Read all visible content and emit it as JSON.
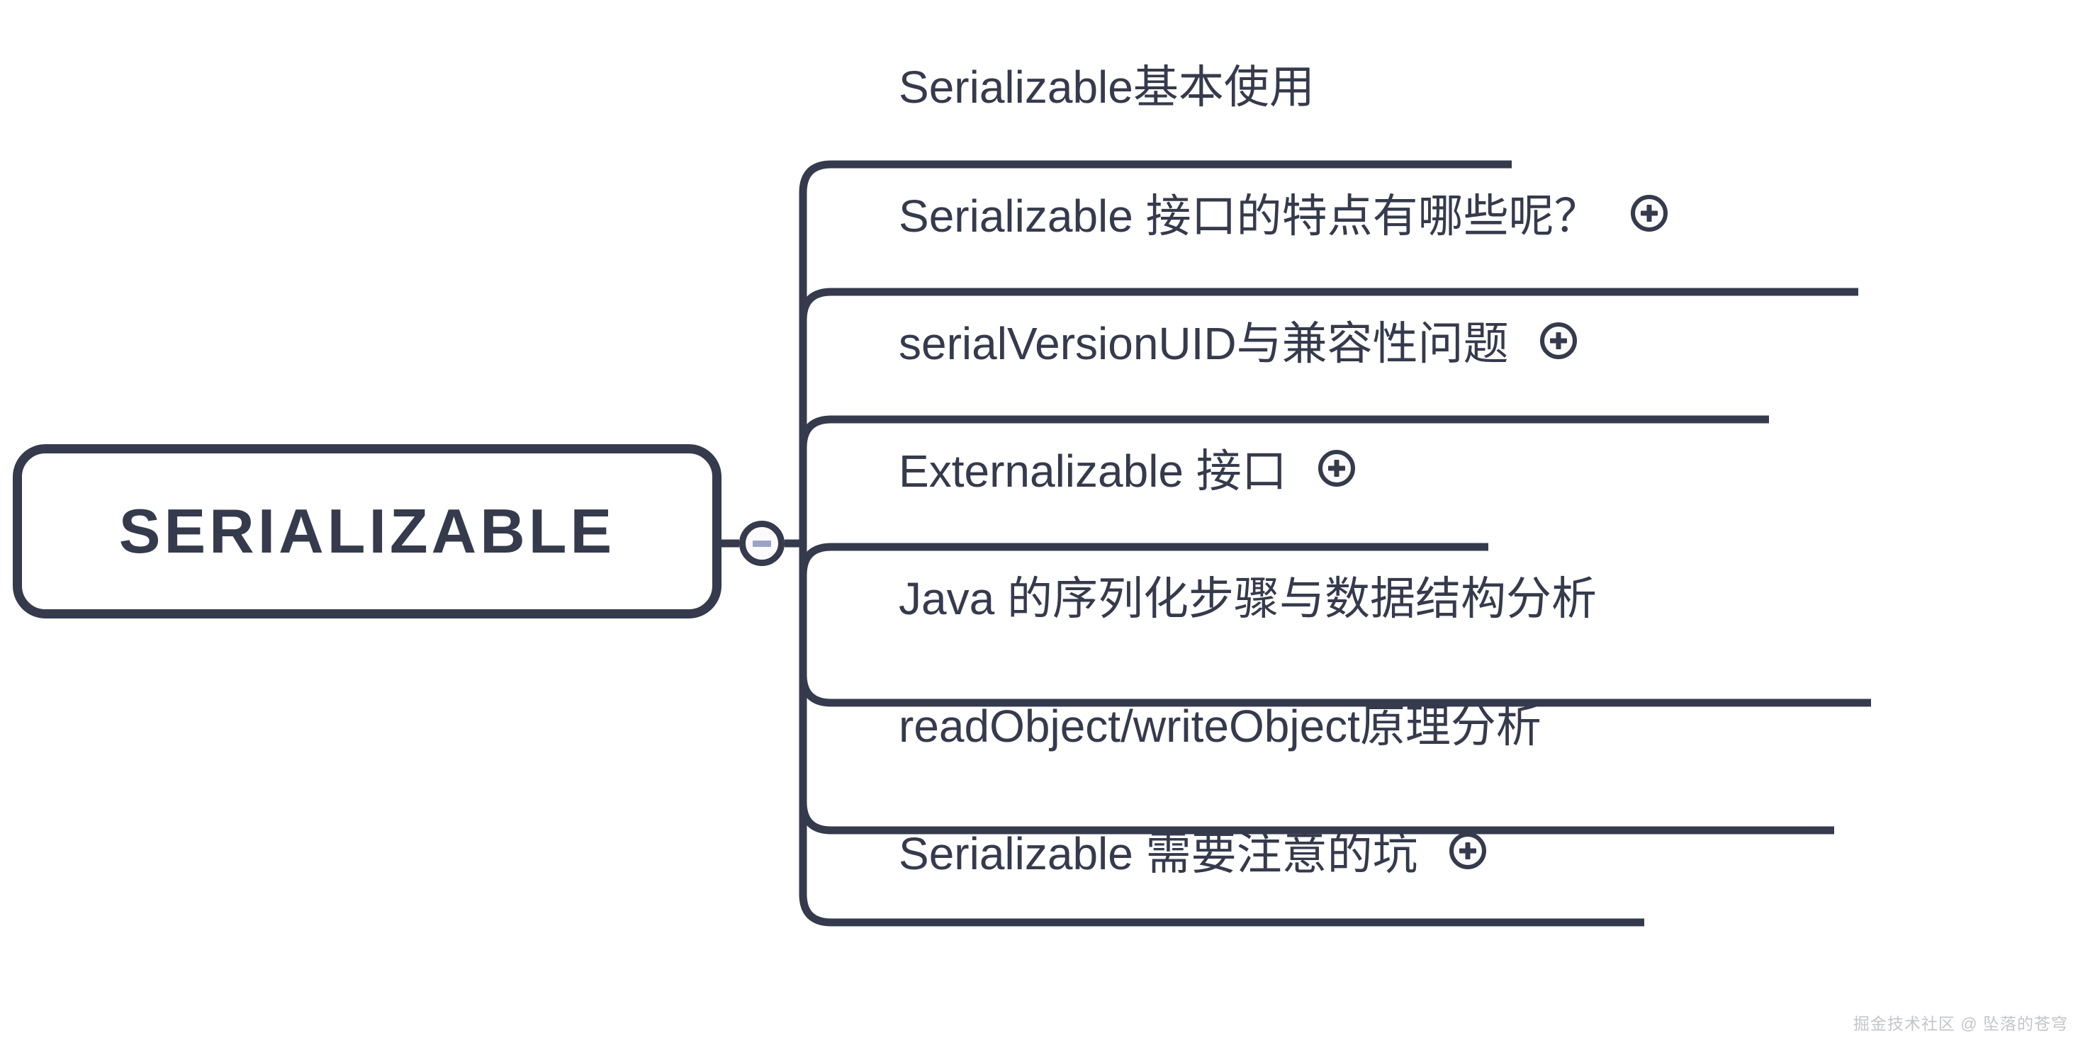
{
  "diagram": {
    "type": "mindmap",
    "orientation": "left-to-right",
    "background_color": "#ffffff",
    "line_color": "#353a4c",
    "text_color": "#353a4c",
    "accent_color": "#9ba3c6"
  },
  "root": {
    "label": "SERIALIZABLE",
    "toggle": {
      "icon": "minus-circle-icon",
      "state": "expanded",
      "symbol": "−"
    }
  },
  "branches": [
    {
      "id": "branch-1",
      "label": "Serializable基本使用",
      "has_toggle": false,
      "toggle_icon": null
    },
    {
      "id": "branch-2",
      "label": "Serializable 接口的特点有哪些呢？",
      "has_toggle": true,
      "toggle_icon": "plus-circle-icon",
      "toggle_state": "collapsed"
    },
    {
      "id": "branch-3",
      "label": "serialVersionUID与兼容性问题",
      "has_toggle": true,
      "toggle_icon": "plus-circle-icon",
      "toggle_state": "collapsed"
    },
    {
      "id": "branch-4",
      "label": "Externalizable 接口",
      "has_toggle": true,
      "toggle_icon": "plus-circle-icon",
      "toggle_state": "collapsed"
    },
    {
      "id": "branch-5",
      "label": "Java 的序列化步骤与数据结构分析",
      "has_toggle": false,
      "toggle_icon": null
    },
    {
      "id": "branch-6",
      "label": "readObject/writeObject原理分析",
      "has_toggle": false,
      "toggle_icon": null
    },
    {
      "id": "branch-7",
      "label": "Serializable 需要注意的坑",
      "has_toggle": true,
      "toggle_icon": "plus-circle-icon",
      "toggle_state": "collapsed"
    }
  ],
  "watermark": {
    "text": "掘金技术社区 @ 坠落的苍穹"
  }
}
